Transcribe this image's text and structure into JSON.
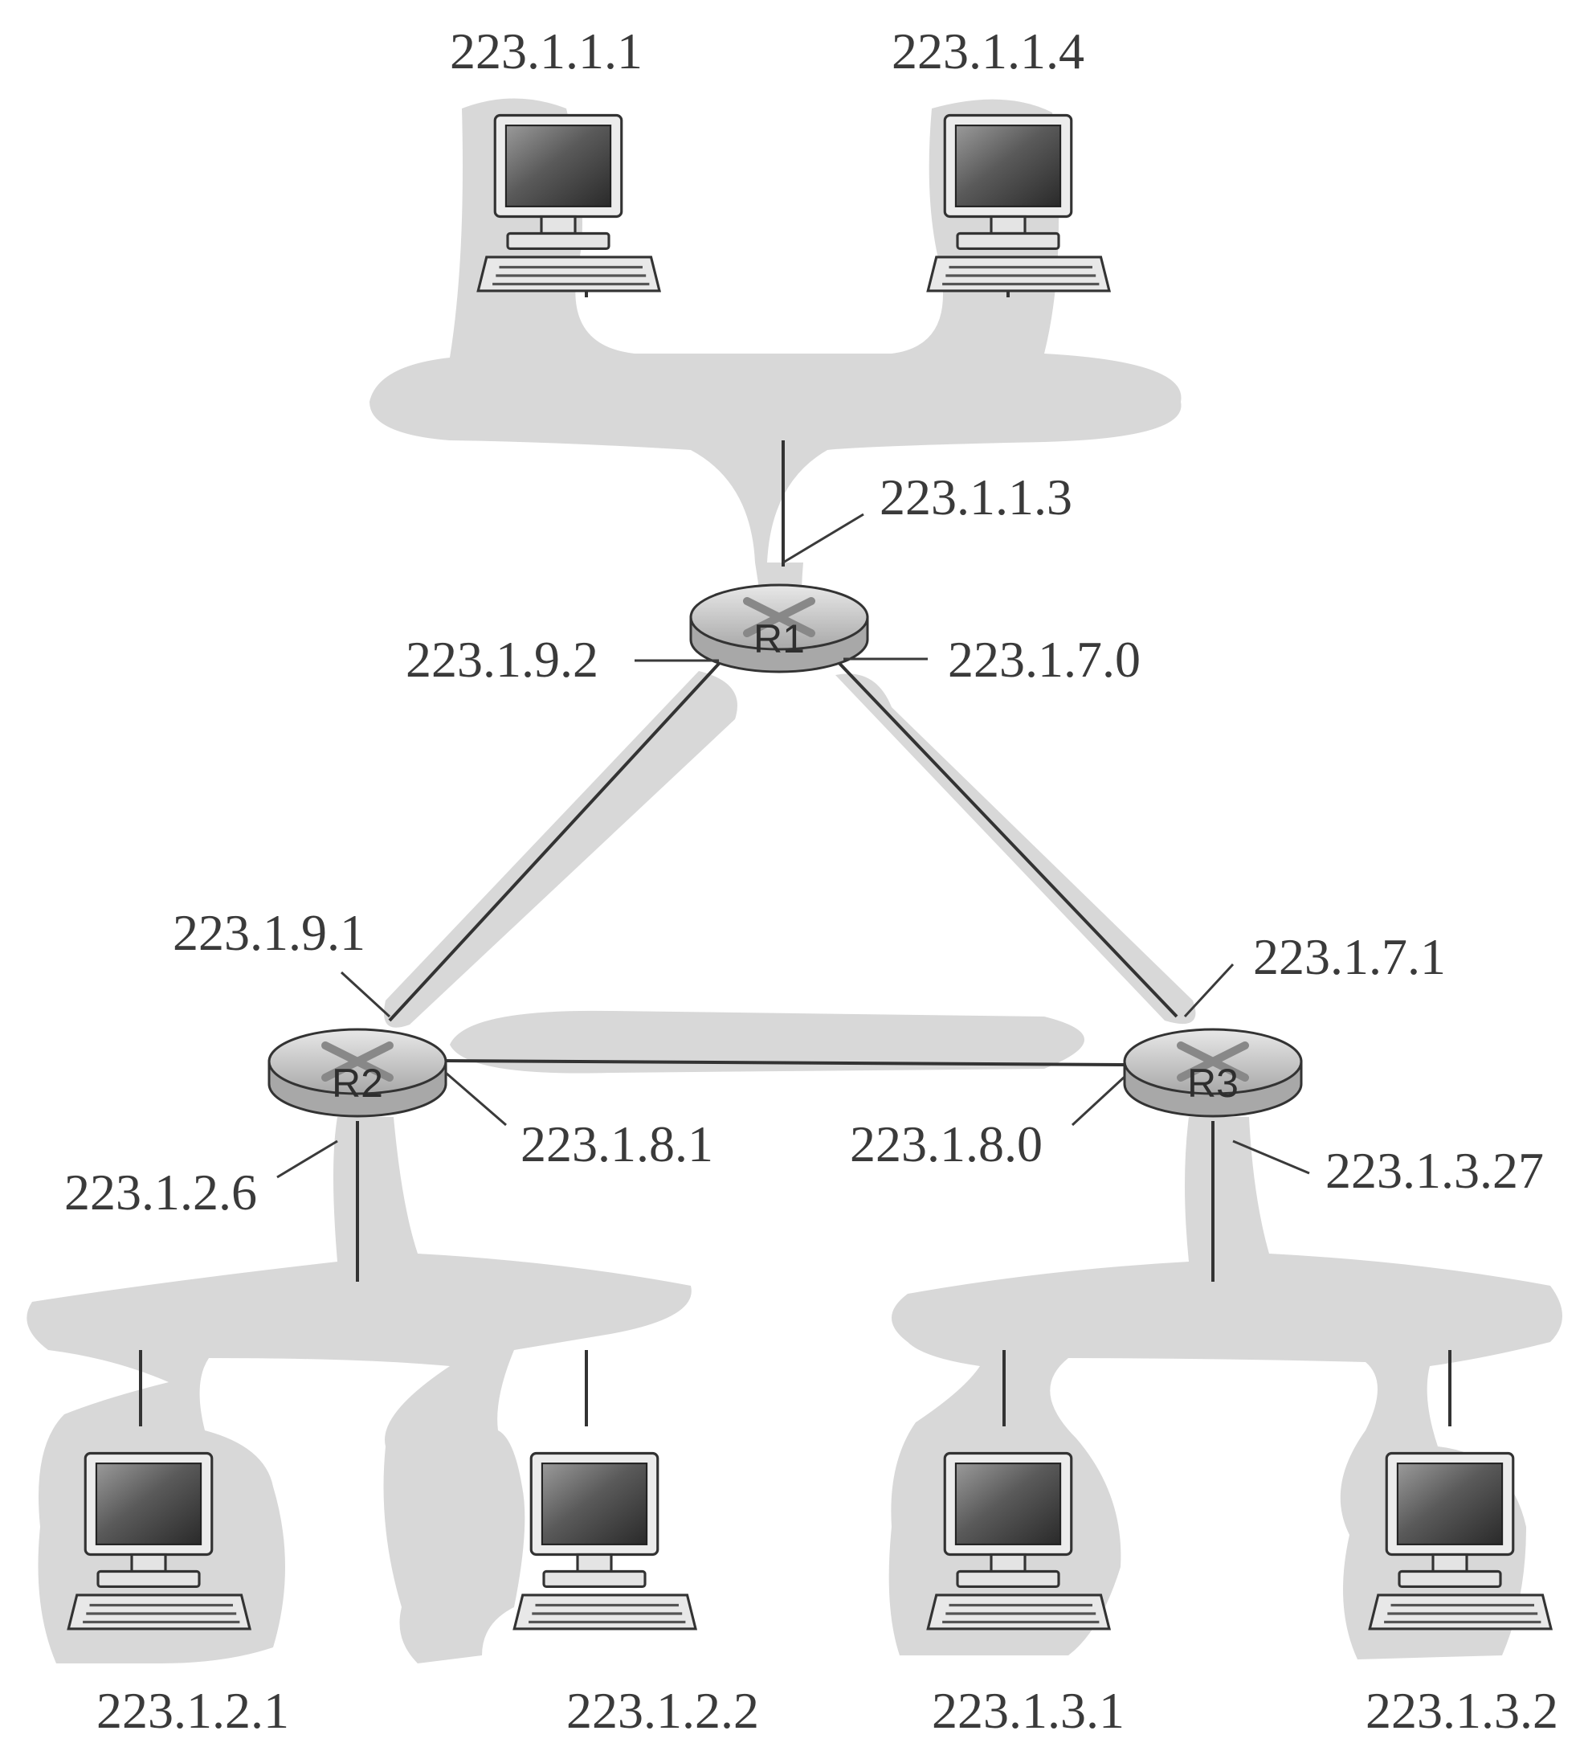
{
  "hosts": {
    "top_left": "223.1.1.1",
    "top_right": "223.1.1.4",
    "bottom_1": "223.1.2.1",
    "bottom_2": "223.1.2.2",
    "bottom_3": "223.1.3.1",
    "bottom_4": "223.1.3.2"
  },
  "routers": {
    "r1": {
      "name": "R1",
      "if_up": "223.1.1.3",
      "if_left": "223.1.9.2",
      "if_right": "223.1.7.0"
    },
    "r2": {
      "name": "R2",
      "if_up": "223.1.9.1",
      "if_right": "223.1.8.1",
      "if_down": "223.1.2.6"
    },
    "r3": {
      "name": "R3",
      "if_up": "223.1.7.1",
      "if_left": "223.1.8.0",
      "if_down": "223.1.3.27"
    }
  }
}
